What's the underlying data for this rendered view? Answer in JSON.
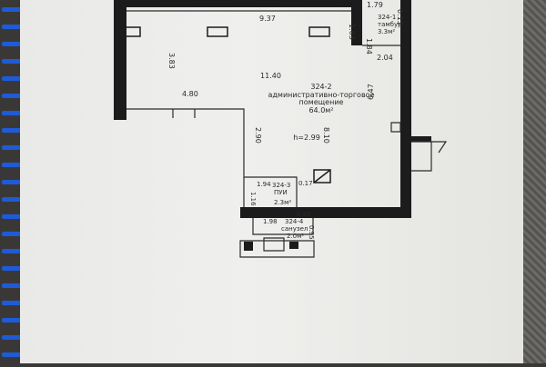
{
  "photo": {
    "subject": "floor plan sheet in a spiral binder",
    "colors": {
      "background": "#3a3836",
      "paper": "#ececea",
      "wall": "#1c1c1c",
      "binding": "#1e5bd8"
    }
  },
  "plan": {
    "dims": {
      "top_width": "9.37",
      "left_wall": "3.83",
      "main_width": "11.40",
      "lower_left_width": "4.80",
      "inner_wall": "2.90",
      "right_height": "8.10",
      "right_offset": "6.47",
      "vestibule_width": "1.79",
      "vestibule_height": "1.63",
      "vestibule_side": "1.84",
      "vestibule_edge": "0.15",
      "vestibule_bottom": "2.04",
      "closet_width": "1.94",
      "closet_height": "1.16",
      "closet_side": "0.17",
      "wc_gap": "0.45",
      "wc_width": "1.98",
      "wc_side": "0.95"
    },
    "rooms": {
      "main": {
        "number": "324-2",
        "name_line1": "административно-торговое",
        "name_line2": "помещение",
        "area": "64.0м²",
        "height": "h=2.99"
      },
      "vestibule": {
        "number": "324-1",
        "name": "тамбур",
        "area": "3.3м²"
      },
      "closet": {
        "number": "324-3",
        "name": "ПУИ",
        "area": "2.3м²"
      },
      "wc": {
        "number": "324-4",
        "name": "санузел",
        "area": "2.0м²"
      }
    }
  }
}
